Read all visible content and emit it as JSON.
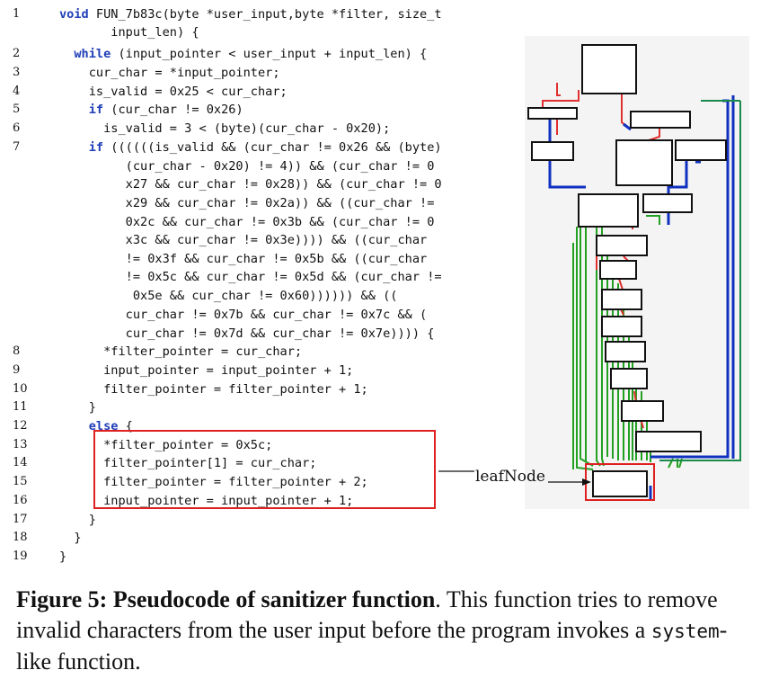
{
  "code": {
    "lines": [
      {
        "num": "1",
        "segments": [
          {
            "kw": true,
            "t": "void"
          },
          {
            "t": " FUN_7b83c(byte *user_input,byte *filter, size_t"
          }
        ]
      },
      {
        "num": "",
        "segments": [
          {
            "t": "       input_len) {"
          }
        ]
      },
      {
        "num": "2",
        "segments": [
          {
            "t": "  "
          },
          {
            "kw": true,
            "t": "while"
          },
          {
            "t": " (input_pointer < user_input + input_len) {"
          }
        ]
      },
      {
        "num": "3",
        "segments": [
          {
            "t": "    cur_char = *input_pointer;"
          }
        ]
      },
      {
        "num": "4",
        "segments": [
          {
            "t": "    is_valid = 0x25 < cur_char;"
          }
        ]
      },
      {
        "num": "5",
        "segments": [
          {
            "t": "    "
          },
          {
            "kw": true,
            "t": "if"
          },
          {
            "t": " (cur_char != 0x26)"
          }
        ]
      },
      {
        "num": "6",
        "segments": [
          {
            "t": "      is_valid = 3 < (byte)(cur_char - 0x20);"
          }
        ]
      },
      {
        "num": "7",
        "segments": [
          {
            "t": "    "
          },
          {
            "kw": true,
            "t": "if"
          },
          {
            "t": " ((((((is_valid && (cur_char != 0x26 && (byte)"
          }
        ]
      },
      {
        "num": "",
        "segments": [
          {
            "t": "         (cur_char - 0x20) != 4)) && (cur_char != 0"
          }
        ]
      },
      {
        "num": "",
        "segments": [
          {
            "t": "         x27 && cur_char != 0x28)) && (cur_char != 0"
          }
        ]
      },
      {
        "num": "",
        "segments": [
          {
            "t": "         x29 && cur_char != 0x2a)) && ((cur_char !="
          }
        ]
      },
      {
        "num": "",
        "segments": [
          {
            "t": "         0x2c && cur_char != 0x3b && (cur_char != 0"
          }
        ]
      },
      {
        "num": "",
        "segments": [
          {
            "t": "         x3c && cur_char != 0x3e)))) && ((cur_char"
          }
        ]
      },
      {
        "num": "",
        "segments": [
          {
            "t": "         != 0x3f && cur_char != 0x5b && ((cur_char"
          }
        ]
      },
      {
        "num": "",
        "segments": [
          {
            "t": "         != 0x5c && cur_char != 0x5d && (cur_char !="
          }
        ]
      },
      {
        "num": "",
        "segments": [
          {
            "t": "          0x5e && cur_char != 0x60)))))) && (("
          }
        ]
      },
      {
        "num": "",
        "segments": [
          {
            "t": "         cur_char != 0x7b && cur_char != 0x7c && ("
          }
        ]
      },
      {
        "num": "",
        "segments": [
          {
            "t": "         cur_char != 0x7d && cur_char != 0x7e)))) {"
          }
        ]
      },
      {
        "num": "8",
        "segments": [
          {
            "t": "      *filter_pointer = cur_char;"
          }
        ]
      },
      {
        "num": "9",
        "segments": [
          {
            "t": "      input_pointer = input_pointer + 1;"
          }
        ]
      },
      {
        "num": "10",
        "segments": [
          {
            "t": "      filter_pointer = filter_pointer + 1;"
          }
        ]
      },
      {
        "num": "11",
        "segments": [
          {
            "t": "    }"
          }
        ]
      },
      {
        "num": "12",
        "segments": [
          {
            "t": "    "
          },
          {
            "kw": true,
            "t": "else"
          },
          {
            "t": " {"
          }
        ]
      },
      {
        "num": "13",
        "segments": [
          {
            "t": "      *filter_pointer = 0x5c;"
          }
        ]
      },
      {
        "num": "14",
        "segments": [
          {
            "t": "      filter_pointer[1] = cur_char;"
          }
        ]
      },
      {
        "num": "15",
        "segments": [
          {
            "t": "      filter_pointer = filter_pointer + 2;"
          }
        ]
      },
      {
        "num": "16",
        "segments": [
          {
            "t": "      input_pointer = input_pointer + 1;"
          }
        ]
      },
      {
        "num": "17",
        "segments": [
          {
            "t": "    }"
          }
        ]
      },
      {
        "num": "18",
        "segments": [
          {
            "t": "  }"
          }
        ]
      },
      {
        "num": "19",
        "segments": [
          {
            "t": "}"
          }
        ]
      }
    ]
  },
  "cfg": {
    "leaf_label": "leafNode",
    "colors": {
      "true_edge": "#22a022",
      "false_edge": "#e03030",
      "loop_edge": "#1030c0",
      "highlight": "#e02020"
    }
  },
  "caption": {
    "figure_label": "Figure 5: Pseudocode of sanitizer function",
    "text_before_code": ". This function tries to remove invalid characters from the user input before the program invokes a ",
    "code_word": "system",
    "text_after_code": "-like function."
  }
}
